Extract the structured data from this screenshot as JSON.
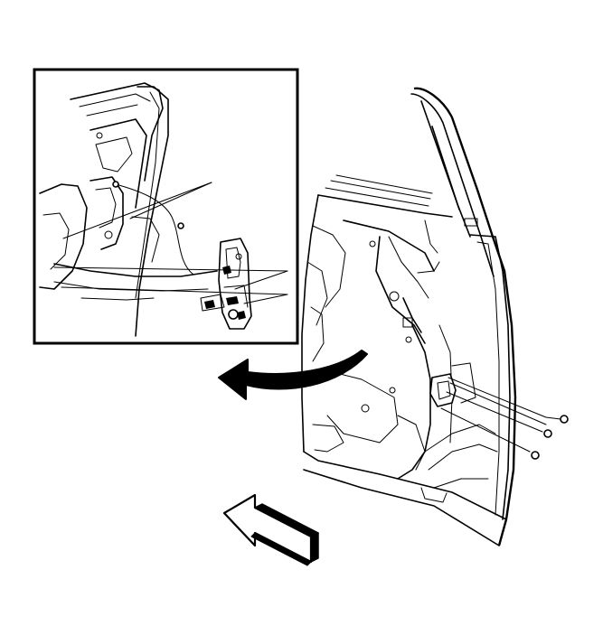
{
  "diagram": {
    "components": {
      "door_inner_panel": "door-inner-panel",
      "detail_inset": "detail-inset-box",
      "door_latch": "door-latch-assembly",
      "latch_bolts": [
        "latch-bolt-upper",
        "latch-bolt-middle",
        "latch-bolt-lower"
      ]
    },
    "icons": {
      "detail_arrow": "curved-arrow-icon",
      "front_arrow": "vehicle-front-arrow-icon"
    },
    "colors": {
      "line": "#000000",
      "background": "#ffffff"
    }
  }
}
